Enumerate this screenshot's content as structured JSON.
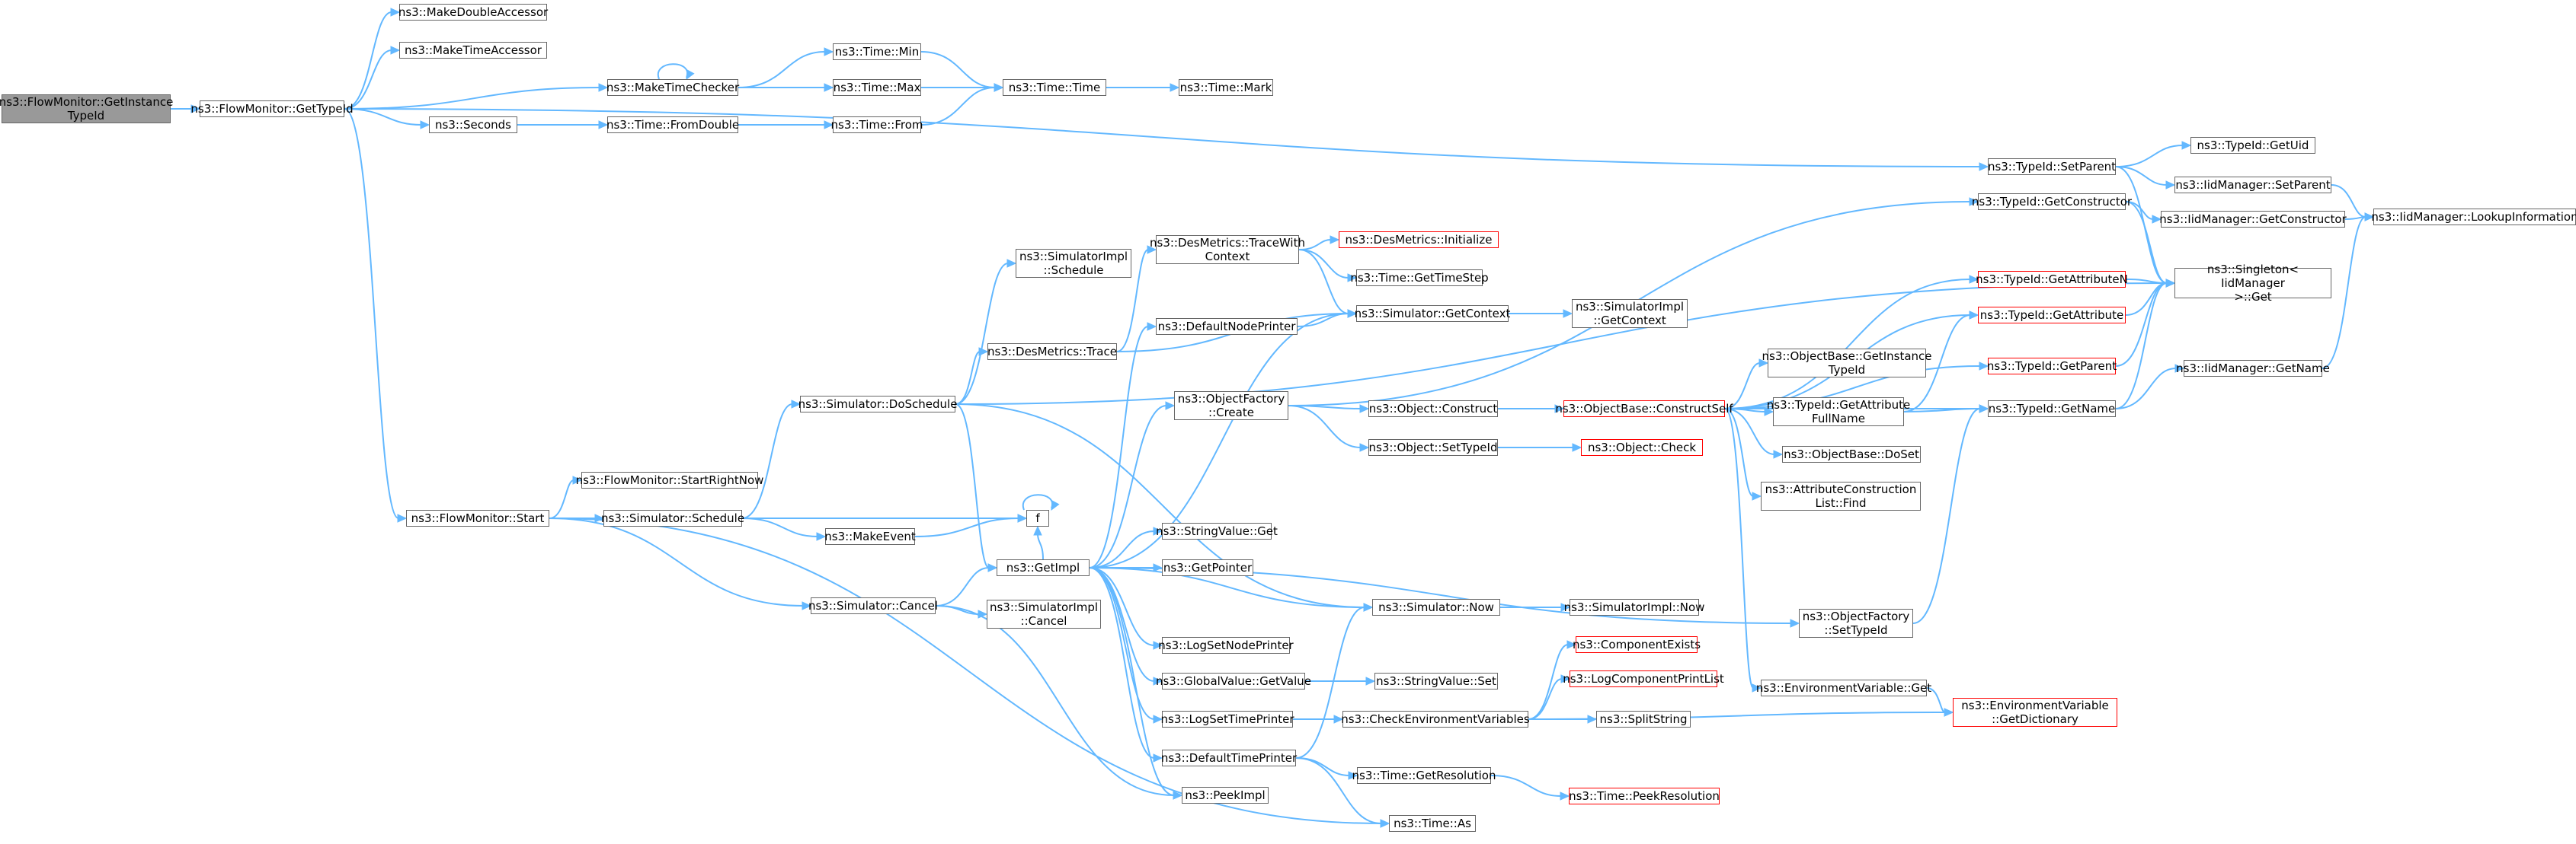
{
  "colors": {
    "edge": "#63b8ff",
    "node_border": "#666666",
    "node_border_warn": "#ff0000",
    "root_fill": "#999999"
  },
  "nodes": [
    {
      "id": "root",
      "label": "ns3::FlowMonitor::GetInstance\nTypeId",
      "kind": "root"
    },
    {
      "id": "getTypeId",
      "label": "ns3::FlowMonitor::GetTypeId"
    },
    {
      "id": "makeDoubleAcc",
      "label": "ns3::MakeDoubleAccessor"
    },
    {
      "id": "makeTimeAcc",
      "label": "ns3::MakeTimeAccessor"
    },
    {
      "id": "makeTimeChecker",
      "label": "ns3::MakeTimeChecker"
    },
    {
      "id": "timeMin",
      "label": "ns3::Time::Min"
    },
    {
      "id": "timeMax",
      "label": "ns3::Time::Max"
    },
    {
      "id": "timeFrom",
      "label": "ns3::Time::From"
    },
    {
      "id": "timeTime",
      "label": "ns3::Time::Time"
    },
    {
      "id": "timeMark",
      "label": "ns3::Time::Mark"
    },
    {
      "id": "seconds",
      "label": "ns3::Seconds"
    },
    {
      "id": "timeFromDouble",
      "label": "ns3::Time::FromDouble"
    },
    {
      "id": "typeIdSetParent",
      "label": "ns3::TypeId::SetParent"
    },
    {
      "id": "typeIdGetUid",
      "label": "ns3::TypeId::GetUid"
    },
    {
      "id": "iidSetParent",
      "label": "ns3::IidManager::SetParent"
    },
    {
      "id": "iidGetCtor",
      "label": "ns3::IidManager::GetConstructor"
    },
    {
      "id": "iidLookup",
      "label": "ns3::IidManager::LookupInformation"
    },
    {
      "id": "singletonGet",
      "label": "ns3::Singleton< IidManager\n>::Get"
    },
    {
      "id": "typeIdGetCtor",
      "label": "ns3::TypeId::GetConstructor"
    },
    {
      "id": "typeIdGetAttrN",
      "label": "ns3::TypeId::GetAttributeN",
      "kind": "red"
    },
    {
      "id": "typeIdGetAttr",
      "label": "ns3::TypeId::GetAttribute",
      "kind": "red"
    },
    {
      "id": "typeIdGetParent",
      "label": "ns3::TypeId::GetParent",
      "kind": "red"
    },
    {
      "id": "typeIdGetName",
      "label": "ns3::TypeId::GetName"
    },
    {
      "id": "iidGetName",
      "label": "ns3::IidManager::GetName"
    },
    {
      "id": "typeIdGetAttrFull",
      "label": "ns3::TypeId::GetAttribute\nFullName"
    },
    {
      "id": "desTraceWith",
      "label": "ns3::DesMetrics::TraceWith\nContext"
    },
    {
      "id": "desInit",
      "label": "ns3::DesMetrics::Initialize",
      "kind": "red"
    },
    {
      "id": "timeGetStep",
      "label": "ns3::Time::GetTimeStep"
    },
    {
      "id": "simGetContext",
      "label": "ns3::Simulator::GetContext"
    },
    {
      "id": "simImplGetContext",
      "label": "ns3::SimulatorImpl\n::GetContext"
    },
    {
      "id": "simImplSchedule",
      "label": "ns3::SimulatorImpl\n::Schedule"
    },
    {
      "id": "desTrace",
      "label": "ns3::DesMetrics::Trace"
    },
    {
      "id": "defaultNodePrinter",
      "label": "ns3::DefaultNodePrinter"
    },
    {
      "id": "simDoSchedule",
      "label": "ns3::Simulator::DoSchedule"
    },
    {
      "id": "objBaseGetInst",
      "label": "ns3::ObjectBase::GetInstance\nTypeId"
    },
    {
      "id": "objFactoryCreate",
      "label": "ns3::ObjectFactory\n::Create"
    },
    {
      "id": "objConstruct",
      "label": "ns3::Object::Construct"
    },
    {
      "id": "objBaseConstructSelf",
      "label": "ns3::ObjectBase::ConstructSelf",
      "kind": "red"
    },
    {
      "id": "objSetTypeId",
      "label": "ns3::Object::SetTypeId"
    },
    {
      "id": "objCheck",
      "label": "ns3::Object::Check",
      "kind": "red"
    },
    {
      "id": "objBaseDoSet",
      "label": "ns3::ObjectBase::DoSet"
    },
    {
      "id": "attrConstrFind",
      "label": "ns3::AttributeConstruction\nList::Find"
    },
    {
      "id": "flowStartRightNow",
      "label": "ns3::FlowMonitor::StartRightNow"
    },
    {
      "id": "flowStart",
      "label": "ns3::FlowMonitor::Start"
    },
    {
      "id": "simSchedule",
      "label": "ns3::Simulator::Schedule"
    },
    {
      "id": "f",
      "label": "f"
    },
    {
      "id": "makeEvent",
      "label": "ns3::MakeEvent"
    },
    {
      "id": "stringValueGet",
      "label": "ns3::StringValue::Get"
    },
    {
      "id": "getImpl",
      "label": "ns3::GetImpl"
    },
    {
      "id": "getPointer",
      "label": "ns3::GetPointer"
    },
    {
      "id": "simCancel",
      "label": "ns3::Simulator::Cancel"
    },
    {
      "id": "simImplCancel",
      "label": "ns3::SimulatorImpl\n::Cancel"
    },
    {
      "id": "simNow",
      "label": "ns3::Simulator::Now"
    },
    {
      "id": "simImplNow",
      "label": "ns3::SimulatorImpl::Now"
    },
    {
      "id": "objFactorySetTypeId",
      "label": "ns3::ObjectFactory\n::SetTypeId"
    },
    {
      "id": "logSetNodePrinter",
      "label": "ns3::LogSetNodePrinter"
    },
    {
      "id": "componentExists",
      "label": "ns3::ComponentExists",
      "kind": "red"
    },
    {
      "id": "globalValueGet",
      "label": "ns3::GlobalValue::GetValue"
    },
    {
      "id": "stringValueSet",
      "label": "ns3::StringValue::Set"
    },
    {
      "id": "logCompPrintList",
      "label": "ns3::LogComponentPrintList",
      "kind": "red"
    },
    {
      "id": "envVarGet",
      "label": "ns3::EnvironmentVariable::Get"
    },
    {
      "id": "logSetTimePrinter",
      "label": "ns3::LogSetTimePrinter"
    },
    {
      "id": "checkEnvVars",
      "label": "ns3::CheckEnvironmentVariables"
    },
    {
      "id": "splitString",
      "label": "ns3::SplitString"
    },
    {
      "id": "envVarGetDict",
      "label": "ns3::EnvironmentVariable\n::GetDictionary",
      "kind": "red"
    },
    {
      "id": "defaultTimePrinter",
      "label": "ns3::DefaultTimePrinter"
    },
    {
      "id": "timeGetRes",
      "label": "ns3::Time::GetResolution"
    },
    {
      "id": "peekImpl",
      "label": "ns3::PeekImpl"
    },
    {
      "id": "timePeekRes",
      "label": "ns3::Time::PeekResolution",
      "kind": "red"
    },
    {
      "id": "timeAs",
      "label": "ns3::Time::As"
    }
  ],
  "edges": [
    [
      "root",
      "getTypeId"
    ],
    [
      "getTypeId",
      "makeDoubleAcc"
    ],
    [
      "getTypeId",
      "makeTimeAcc"
    ],
    [
      "getTypeId",
      "makeTimeChecker"
    ],
    [
      "getTypeId",
      "seconds"
    ],
    [
      "getTypeId",
      "typeIdSetParent"
    ],
    [
      "getTypeId",
      "flowStart"
    ],
    [
      "makeTimeChecker",
      "makeTimeChecker"
    ],
    [
      "makeTimeChecker",
      "timeMin"
    ],
    [
      "makeTimeChecker",
      "timeMax"
    ],
    [
      "makeTimeChecker",
      "timeTime"
    ],
    [
      "timeMin",
      "timeTime"
    ],
    [
      "timeMax",
      "timeTime"
    ],
    [
      "timeFrom",
      "timeTime"
    ],
    [
      "timeTime",
      "timeMark"
    ],
    [
      "seconds",
      "timeFromDouble"
    ],
    [
      "timeFromDouble",
      "timeFrom"
    ],
    [
      "typeIdSetParent",
      "typeIdGetUid"
    ],
    [
      "typeIdSetParent",
      "iidSetParent"
    ],
    [
      "typeIdSetParent",
      "singletonGet"
    ],
    [
      "iidSetParent",
      "iidLookup"
    ],
    [
      "iidGetCtor",
      "iidLookup"
    ],
    [
      "iidGetName",
      "iidLookup"
    ],
    [
      "typeIdGetCtor",
      "iidGetCtor"
    ],
    [
      "typeIdGetCtor",
      "singletonGet"
    ],
    [
      "typeIdGetAttrN",
      "singletonGet"
    ],
    [
      "typeIdGetAttr",
      "singletonGet"
    ],
    [
      "typeIdGetParent",
      "singletonGet"
    ],
    [
      "typeIdGetName",
      "singletonGet"
    ],
    [
      "typeIdGetName",
      "iidGetName"
    ],
    [
      "typeIdGetAttrFull",
      "typeIdGetName"
    ],
    [
      "typeIdGetAttrFull",
      "typeIdGetAttr"
    ],
    [
      "flowStart",
      "flowStartRightNow"
    ],
    [
      "flowStart",
      "simSchedule"
    ],
    [
      "flowStart",
      "simCancel"
    ],
    [
      "flowStart",
      "timeAs"
    ],
    [
      "simSchedule",
      "simDoSchedule"
    ],
    [
      "simSchedule",
      "f"
    ],
    [
      "simSchedule",
      "makeEvent"
    ],
    [
      "makeEvent",
      "f"
    ],
    [
      "f",
      "f"
    ],
    [
      "simDoSchedule",
      "singletonGet"
    ],
    [
      "simDoSchedule",
      "simImplSchedule"
    ],
    [
      "simDoSchedule",
      "desTrace"
    ],
    [
      "simDoSchedule",
      "getImpl"
    ],
    [
      "simDoSchedule",
      "simNow"
    ],
    [
      "desTrace",
      "desTraceWith"
    ],
    [
      "desTrace",
      "simGetContext"
    ],
    [
      "desTraceWith",
      "desInit"
    ],
    [
      "desTraceWith",
      "timeGetStep"
    ],
    [
      "desTraceWith",
      "simGetContext"
    ],
    [
      "simGetContext",
      "simImplGetContext"
    ],
    [
      "simCancel",
      "getImpl"
    ],
    [
      "simCancel",
      "simImplCancel"
    ],
    [
      "simCancel",
      "peekImpl"
    ],
    [
      "getImpl",
      "defaultNodePrinter"
    ],
    [
      "getImpl",
      "simGetContext"
    ],
    [
      "getImpl",
      "objFactoryCreate"
    ],
    [
      "getImpl",
      "stringValueGet"
    ],
    [
      "getImpl",
      "getPointer"
    ],
    [
      "getImpl",
      "logSetNodePrinter"
    ],
    [
      "getImpl",
      "globalValueGet"
    ],
    [
      "getImpl",
      "logSetTimePrinter"
    ],
    [
      "getImpl",
      "defaultTimePrinter"
    ],
    [
      "getImpl",
      "peekImpl"
    ],
    [
      "getImpl",
      "simNow"
    ],
    [
      "getImpl",
      "objFactorySetTypeId"
    ],
    [
      "getImpl",
      "f"
    ],
    [
      "defaultNodePrinter",
      "simGetContext"
    ],
    [
      "objFactoryCreate",
      "objConstruct"
    ],
    [
      "objFactoryCreate",
      "objSetTypeId"
    ],
    [
      "objFactoryCreate",
      "typeIdGetCtor"
    ],
    [
      "objConstruct",
      "objBaseConstructSelf"
    ],
    [
      "objSetTypeId",
      "objCheck"
    ],
    [
      "objBaseConstructSelf",
      "objBaseGetInst"
    ],
    [
      "objBaseConstructSelf",
      "typeIdGetAttrFull"
    ],
    [
      "objBaseConstructSelf",
      "objBaseDoSet"
    ],
    [
      "objBaseConstructSelf",
      "attrConstrFind"
    ],
    [
      "objBaseConstructSelf",
      "typeIdGetAttrN"
    ],
    [
      "objBaseConstructSelf",
      "typeIdGetAttr"
    ],
    [
      "objBaseConstructSelf",
      "typeIdGetName"
    ],
    [
      "objBaseConstructSelf",
      "typeIdGetParent"
    ],
    [
      "objBaseConstructSelf",
      "envVarGet"
    ],
    [
      "objFactorySetTypeId",
      "typeIdGetName"
    ],
    [
      "simNow",
      "simImplNow"
    ],
    [
      "globalValueGet",
      "stringValueSet"
    ],
    [
      "logSetTimePrinter",
      "checkEnvVars"
    ],
    [
      "checkEnvVars",
      "componentExists"
    ],
    [
      "checkEnvVars",
      "logCompPrintList"
    ],
    [
      "checkEnvVars",
      "splitString"
    ],
    [
      "checkEnvVars",
      "envVarGetDict"
    ],
    [
      "envVarGet",
      "envVarGetDict"
    ],
    [
      "defaultTimePrinter",
      "simNow"
    ],
    [
      "defaultTimePrinter",
      "timeGetRes"
    ],
    [
      "defaultTimePrinter",
      "timeAs"
    ],
    [
      "timeGetRes",
      "timePeekRes"
    ]
  ]
}
